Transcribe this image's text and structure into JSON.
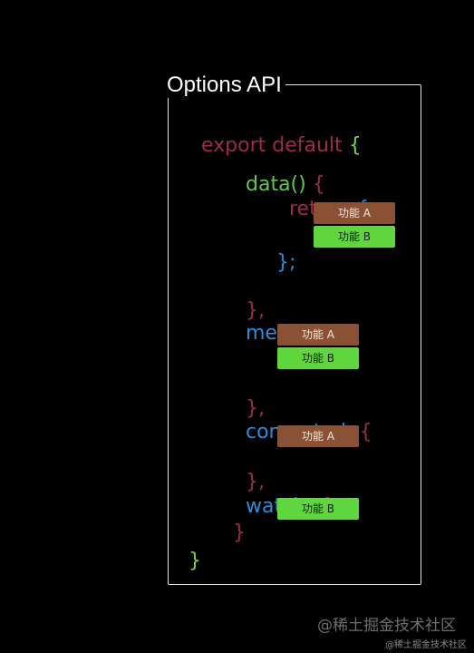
{
  "title": "Options API",
  "code": {
    "export_keyword": "export",
    "default_keyword": "default",
    "open_brace": "{",
    "data_fn": "data()",
    "return_keyword": "return",
    "close_return": "};",
    "close_data": "},",
    "methods_key": "methods:",
    "close_methods": "},",
    "computed_key": "computed:",
    "close_computed": "},",
    "watch_key": "watch:",
    "close_watch": "}",
    "close_export": "}"
  },
  "tags": {
    "data_feature_a": "功能 A",
    "data_feature_b": "功能 B",
    "methods_feature_a": "功能 A",
    "methods_feature_b": "功能 B",
    "computed_feature_a": "功能 A",
    "watch_feature_b": "功能 B"
  },
  "colors": {
    "feature_a": "#8b5135",
    "feature_b": "#5fd63d",
    "keyword": "#9c2a4d",
    "function": "#5fc84c",
    "property": "#2f8bd8"
  },
  "watermark": "@稀土掘金技术社区",
  "watermark_small": "@稀土掘金技术社区"
}
